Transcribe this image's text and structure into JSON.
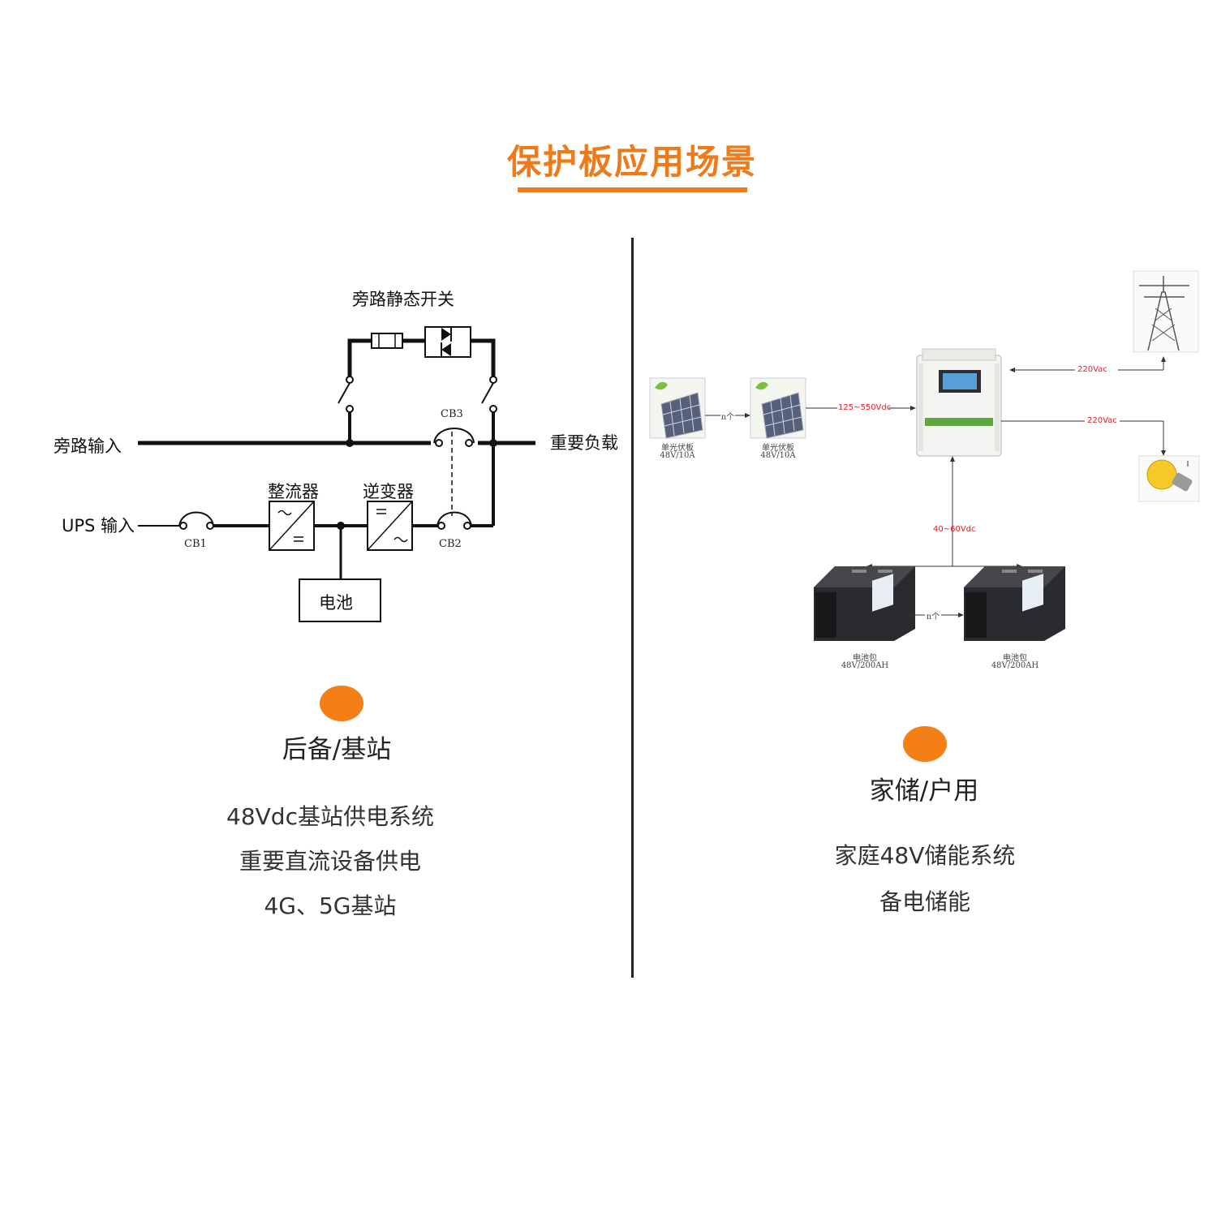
{
  "title": "保护板应用场景",
  "left": {
    "diagram": {
      "bypass_switch_label": "旁路静态开关",
      "bypass_input": "旁路输入",
      "critical_load": "重要负载",
      "ups_input": "UPS 输入",
      "rectifier": "整流器",
      "inverter": "逆变器",
      "battery": "电池",
      "cb1": "CB1",
      "cb2": "CB2",
      "cb3": "CB3"
    },
    "heading": "后备/基站",
    "lines": [
      "48Vdc基站供电系统",
      "重要直流设备供电",
      "4G、5G基站"
    ]
  },
  "right": {
    "diagram": {
      "panel1_name": "单光伏板",
      "panel1_spec": "48V/10A",
      "panel2_name": "单光伏板",
      "panel2_spec": "48V/10A",
      "n_link_top": "n个",
      "pv_voltage": "125~550Vdc",
      "grid_voltage": "220Vac",
      "load_voltage": "220Vac",
      "battery_voltage": "40~60Vdc",
      "battery1_name": "电池包",
      "battery1_spec": "48V/200AH",
      "battery2_name": "电池包",
      "battery2_spec": "48V/200AH",
      "n_link_bottom": "n个"
    },
    "heading": "家储/户用",
    "lines": [
      "家庭48V储能系统",
      "备电储能"
    ]
  },
  "colors": {
    "accent": "#ef7a1a",
    "dot": "#f37f16",
    "voltage_text": "#e02020"
  }
}
